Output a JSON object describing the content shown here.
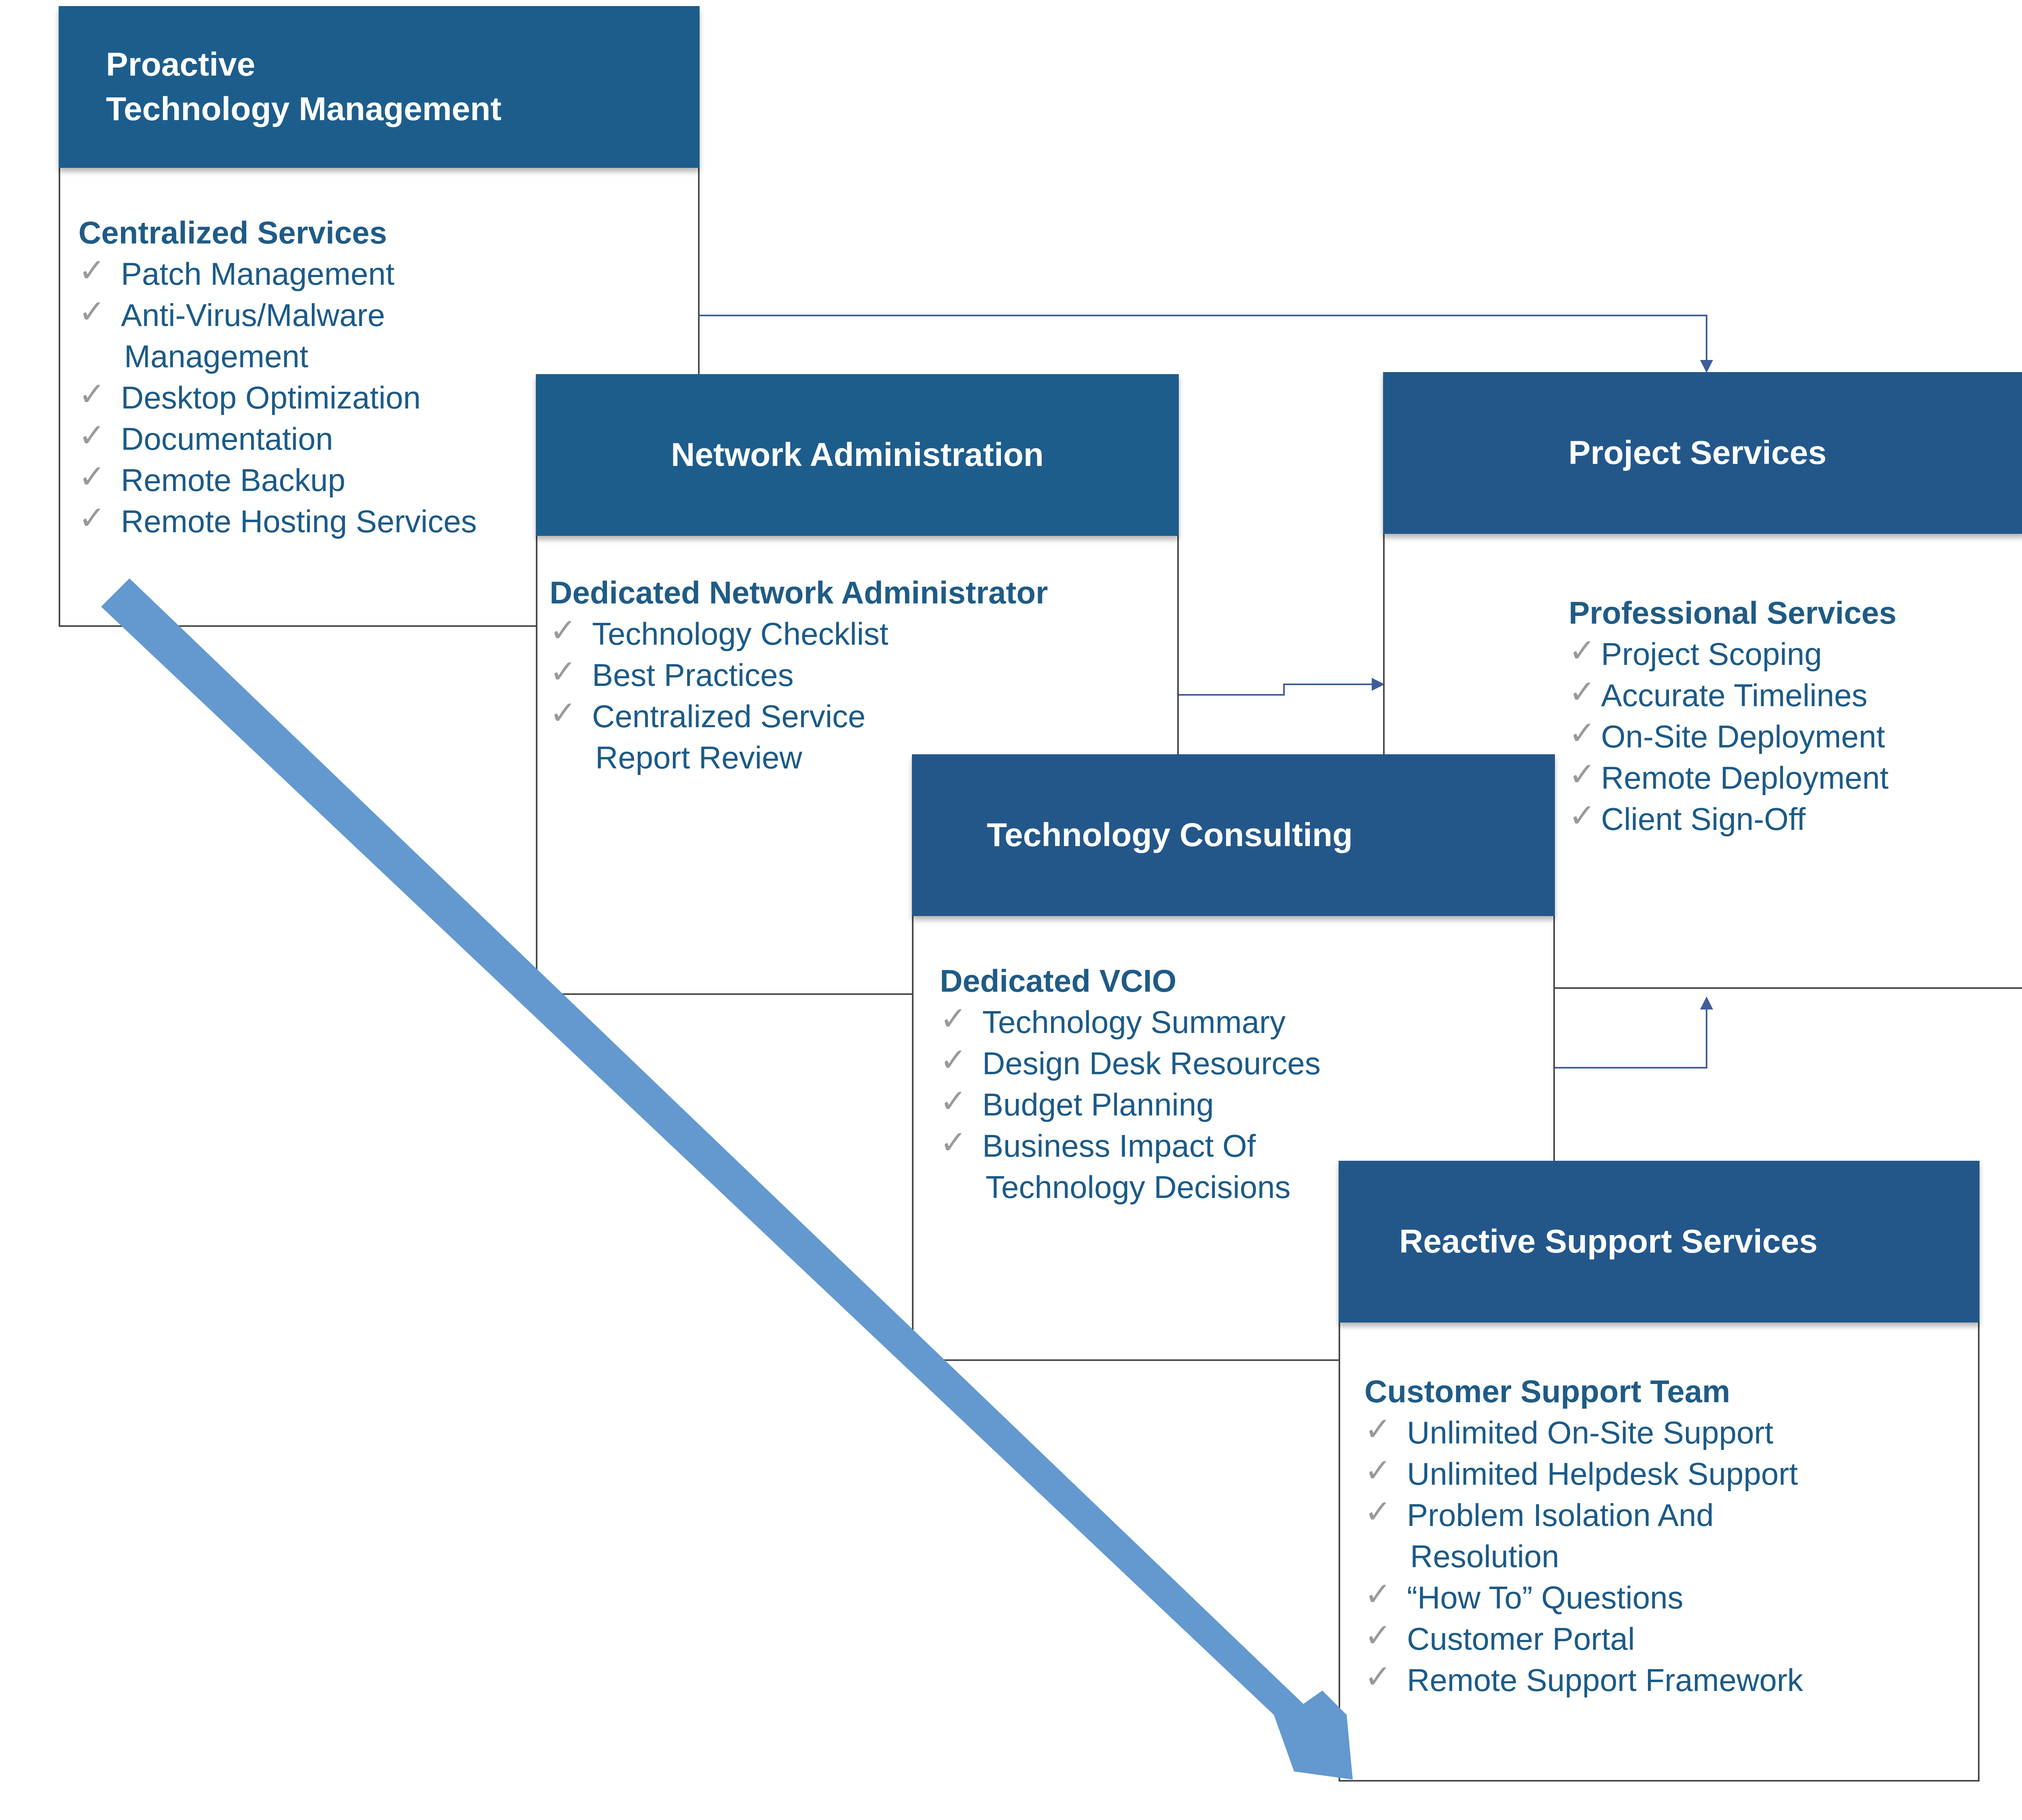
{
  "cards": {
    "proactive": {
      "title_line1": "Proactive",
      "title_line2": "Technology Management",
      "section": "Centralized Services",
      "items": [
        [
          "Patch Management"
        ],
        [
          "Anti-Virus/Malware",
          "Management"
        ],
        [
          "Desktop Optimization"
        ],
        [
          "Documentation"
        ],
        [
          "Remote Backup"
        ],
        [
          "Remote Hosting Services"
        ]
      ]
    },
    "network": {
      "title": "Network Administration",
      "section": "Dedicated Network Administrator",
      "items": [
        [
          "Technology Checklist"
        ],
        [
          "Best Practices"
        ],
        [
          "Centralized Service",
          "Report Review"
        ]
      ]
    },
    "project": {
      "title": "Project Services",
      "section": "Professional Services",
      "items": [
        [
          "Project Scoping"
        ],
        [
          "Accurate Timelines"
        ],
        [
          "On-Site Deployment"
        ],
        [
          "Remote Deployment"
        ],
        [
          "Client Sign-Off"
        ]
      ]
    },
    "consulting": {
      "title": "Technology Consulting",
      "section": "Dedicated VCIO",
      "items": [
        [
          "Technology Summary"
        ],
        [
          "Design Desk Resources"
        ],
        [
          "Budget Planning"
        ],
        [
          "Business Impact Of",
          "Technology Decisions"
        ]
      ]
    },
    "reactive": {
      "title": "Reactive Support Services",
      "section": "Customer Support Team",
      "items": [
        [
          "Unlimited On-Site Support"
        ],
        [
          "Unlimited Helpdesk Support"
        ],
        [
          "Problem Isolation And",
          "Resolution"
        ],
        [
          "“How To” Questions"
        ],
        [
          "Customer Portal"
        ],
        [
          "Remote Support Framework"
        ]
      ]
    }
  },
  "colors": {
    "header": "#1d5d8c",
    "header_dark": "#23578a",
    "text": "#1b5a88",
    "check": "#9a9a9a",
    "connector": "#3f5d9a",
    "big_arrow": "#6399cf"
  }
}
